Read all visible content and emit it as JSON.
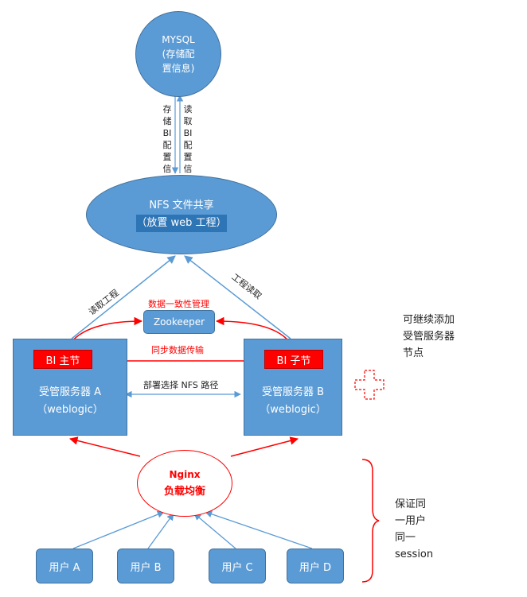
{
  "mysql": {
    "title": "MYSQL",
    "sub1": "(存储配",
    "sub2": "置信息)"
  },
  "vertical_labels": {
    "left": "存储BI配置信息",
    "right": "读取BI配置信息"
  },
  "nfs": {
    "title": "NFS 文件共享",
    "sub": "（放置 web 工程）"
  },
  "arrow_labels": {
    "read_project_left": "读取工程",
    "read_project_right": "工程读取"
  },
  "zookeeper": {
    "caption": "数据一致性管理",
    "label": "Zookeeper"
  },
  "server_a": {
    "badge": "BI 主节",
    "title": "受管服务器 A",
    "sub": "（weblogic）"
  },
  "server_b": {
    "badge": "BI 子节",
    "title": "受管服务器 B",
    "sub": "（weblogic）"
  },
  "sync_label": "同步数据传输",
  "nfs_path_label": "部署选择 NFS 路径",
  "add_note": {
    "line1": "可继续添加",
    "line2": "受管服务器",
    "line3": "节点"
  },
  "nginx": {
    "title": "Nginx",
    "sub": "负载均衡"
  },
  "session_note": {
    "line1": "保证同",
    "line2": "一用户",
    "line3": "同一",
    "line4": "session"
  },
  "users": [
    "用户 A",
    "用户 B",
    "用户 C",
    "用户 D"
  ],
  "colors": {
    "node_blue": "#5b9bd5",
    "node_border": "#41719c",
    "arrow_blue": "#5b9bd5",
    "red": "#ff0000"
  }
}
